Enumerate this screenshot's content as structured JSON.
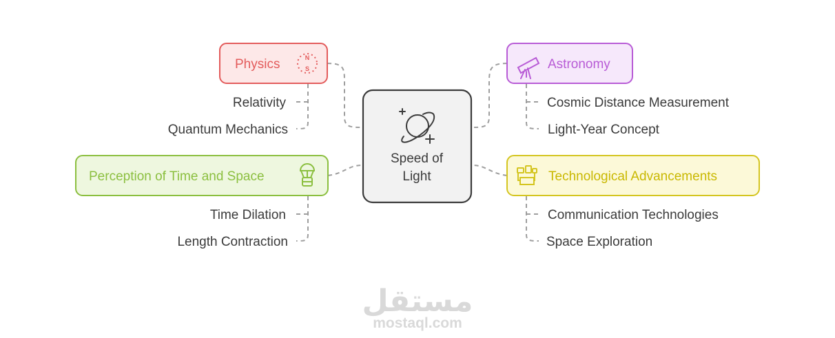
{
  "center": {
    "label_line1": "Speed of",
    "label_line2": "Light",
    "icon": "planet-icon"
  },
  "branches": {
    "physics": {
      "label": "Physics",
      "icon": "compass-ns-icon",
      "color": "#e35b5b",
      "fill": "#fde8e8",
      "children": [
        "Relativity",
        "Quantum Mechanics"
      ]
    },
    "astronomy": {
      "label": "Astronomy",
      "icon": "telescope-icon",
      "color": "#b85bd6",
      "fill": "#f6e8fb",
      "children": [
        "Cosmic Distance Measurement",
        "Light-Year Concept"
      ]
    },
    "perception": {
      "label": "Perception of Time and Space",
      "icon": "parachute-icon",
      "color": "#8bbf3f",
      "fill": "#eef7df",
      "children": [
        "Time Dilation",
        "Length Contraction"
      ]
    },
    "technology": {
      "label": "Technological Advancements",
      "icon": "network-devices-icon",
      "color": "#d4c520",
      "fill": "#fcf9d8",
      "children": [
        "Communication Technologies",
        "Space Exploration"
      ]
    }
  },
  "watermark": {
    "arabic": "مستقل",
    "latin": "mostaql.com"
  }
}
